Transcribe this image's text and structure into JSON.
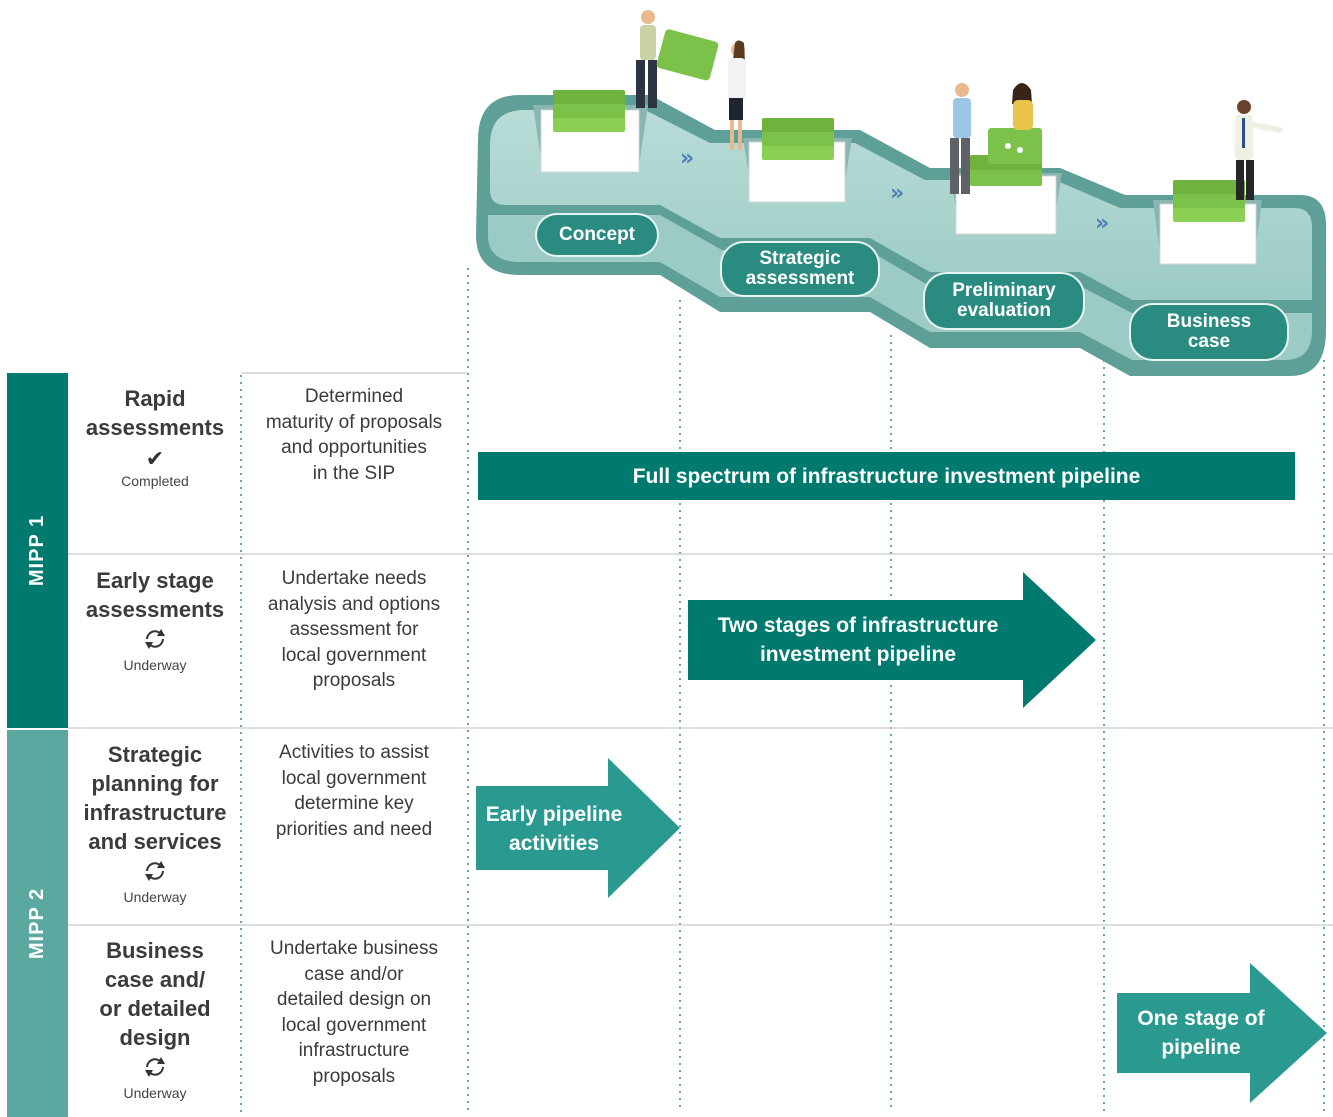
{
  "stages": [
    {
      "label": "Concept"
    },
    {
      "label": "Strategic\nassessment"
    },
    {
      "label": "Preliminary\nevaluation"
    },
    {
      "label": "Business\ncase"
    }
  ],
  "programs": [
    {
      "label": "MIPP 1",
      "color": "#00796e"
    },
    {
      "label": "MIPP 2",
      "color": "#5aa8a0"
    }
  ],
  "rows": [
    {
      "title": "Rapid\nassessments",
      "status_icon": "checkmark-icon",
      "status": "Completed",
      "description": "Determined\nmaturity of proposals\nand opportunities\nin the SIP",
      "bar": "Full spectrum of infrastructure investment pipeline"
    },
    {
      "title": "Early stage\nassessments",
      "status_icon": "refresh-icon",
      "status": "Underway",
      "description": "Undertake needs\nanalysis and options\nassessment for\nlocal government\nproposals",
      "bar": "Two stages of infrastructure\ninvestment pipeline"
    },
    {
      "title": "Strategic\nplanning for\ninfrastructure\nand services",
      "status_icon": "refresh-icon",
      "status": "Underway",
      "description": "Activities to assist\nlocal government\ndetermine key\npriorities and need",
      "bar": "Early pipeline\nactivities"
    },
    {
      "title": "Business\ncase and/\nor detailed\ndesign",
      "status_icon": "refresh-icon",
      "status": "Underway",
      "description": "Undertake business\ncase and/or\ndetailed design on\nlocal government\ninfrastructure\nproposals",
      "bar": "One stage of\npipeline"
    }
  ],
  "colors": {
    "dark_teal": "#00796e",
    "mid_teal": "#2a9a90",
    "light_teal": "#5aa8a0",
    "pipeline_light": "#a9d2cd",
    "folder_green": "#7cc24a"
  }
}
